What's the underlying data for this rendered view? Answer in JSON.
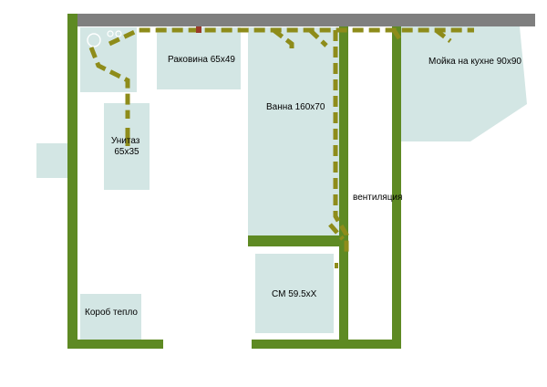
{
  "colors": {
    "wall": "#5e8a23",
    "top_wall": "#7f7f7f",
    "fixture": "#d3e6e4",
    "pipe": "#8e8c1a",
    "fitting": "#9a3a2a",
    "background": "#ffffff"
  },
  "labels": {
    "toilet_line1": "Унитаз",
    "toilet_line2": "65x35",
    "sink": "Раковина 65x49",
    "bathtub": "Ванна 160x70",
    "kitchen_sink": "Мойка на кухне 90x90",
    "ventilation": "вентиляция",
    "washing_machine": "СМ 59.5xX",
    "heat_box": "Короб тепло"
  }
}
